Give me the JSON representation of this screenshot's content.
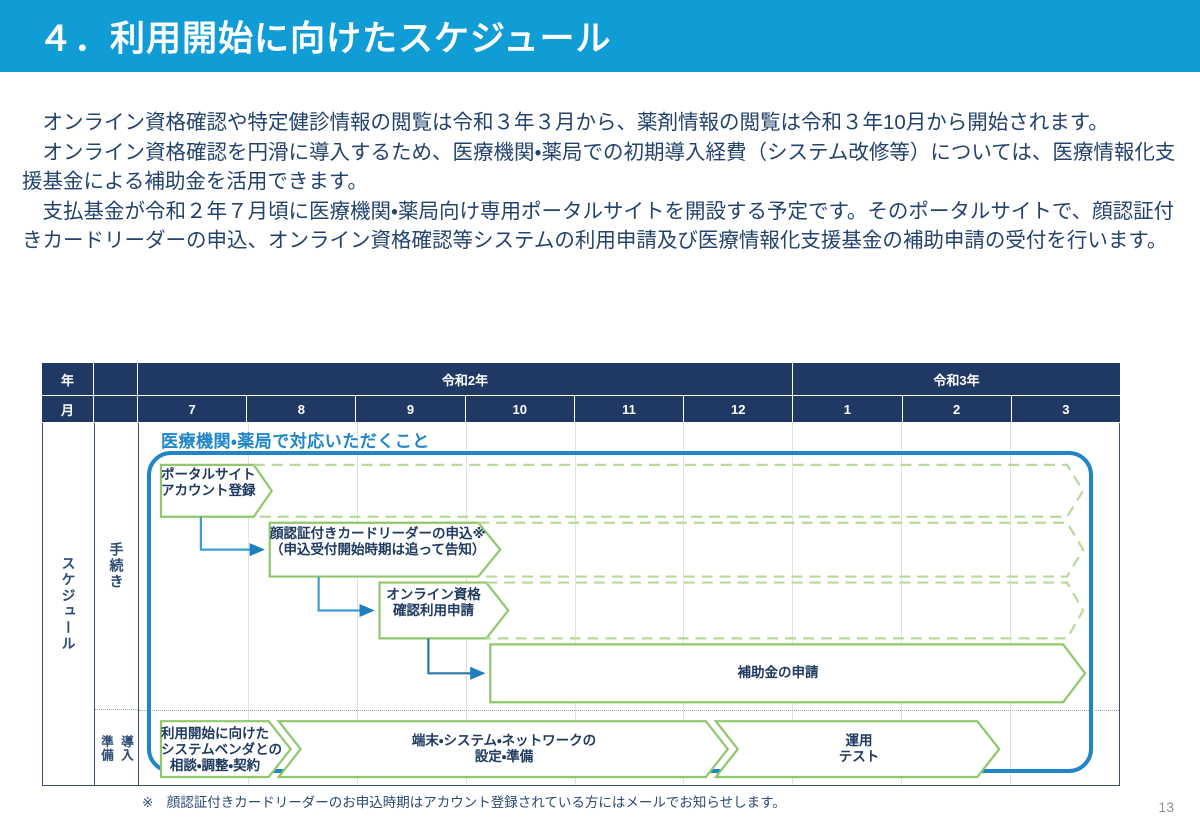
{
  "header": {
    "title": "４．利用開始に向けたスケジュール",
    "bar_color": "#109cd4"
  },
  "body_paragraphs": [
    "オンライン資格確認や特定健診情報の閲覧は令和３年３月から、薬剤情報の閲覧は令和３年10月から開始されます。",
    "オンライン資格確認を円滑に導入するため、医療機関・薬局での初期導入経費（システム改修等）については、医療情報化支援基金による補助金を活用できます。",
    "支払基金が令和２年７月頃に医療機関・薬局向け専用ポータルサイトを開設する予定です。そのポータルサイトで、顔認証付きカードリーダーの申込、オンライン資格確認等システムの利用申請及び医療情報化支援基金の補助申請の受付を行います。"
  ],
  "chart_data": {
    "type": "table",
    "title": "医療機関・薬局で対応いただくこと",
    "row_label": "スケジュール",
    "header": {
      "year_label": "年",
      "month_label": "月",
      "years": [
        {
          "name": "令和2年",
          "span": 6
        },
        {
          "name": "令和3年",
          "span": 3
        }
      ],
      "months": [
        "7",
        "8",
        "9",
        "10",
        "11",
        "12",
        "1",
        "2",
        "3"
      ]
    },
    "sections": [
      {
        "label": "手続き"
      },
      {
        "label_top": "導入",
        "label_bottom": "準備"
      }
    ],
    "tasks": [
      {
        "name": "ポータルサイトアカウント登録",
        "lines": [
          "ポータルサイト",
          "アカウント登録"
        ],
        "section": "手続き",
        "start_month": "7",
        "end_month": "7",
        "style": "solid-then-dashed",
        "align": "left"
      },
      {
        "name": "顔認証付きカードリーダーの申込※（申込受付開始時期は追って告知）",
        "lines": [
          "顔認証付きカードリーダーの申込※",
          "（申込受付開始時期は追って告知）"
        ],
        "section": "手続き",
        "start_month": "8",
        "end_month": "9",
        "style": "solid-then-dashed",
        "align": "center"
      },
      {
        "name": "オンライン資格確認利用申請",
        "lines": [
          "オンライン資格",
          "確認利用申請"
        ],
        "section": "手続き",
        "start_month": "9",
        "end_month": "9",
        "style": "solid-then-dashed",
        "align": "center"
      },
      {
        "name": "補助金の申請",
        "lines": [
          "補助金の申請"
        ],
        "section": "手続き",
        "start_month": "10",
        "end_month": "3",
        "style": "solid",
        "align": "center"
      },
      {
        "name": "利用開始に向けたシステムベンダとの相談・調整・契約",
        "lines": [
          "利用開始に向けた",
          "システムベンダとの",
          "相談・調整・契約"
        ],
        "section": "導入準備",
        "start_month": "7",
        "end_month": "7",
        "style": "solid",
        "align": "center"
      },
      {
        "name": "端末・システム・ネットワークの設定・準備",
        "lines": [
          "端末・システム・ネットワークの",
          "設定・準備"
        ],
        "section": "導入準備",
        "start_month": "8",
        "end_month": "11",
        "style": "solid",
        "align": "center"
      },
      {
        "name": "運用テスト",
        "lines": [
          "運用",
          "テスト"
        ],
        "section": "導入準備",
        "start_month": "12",
        "end_month": "2",
        "style": "solid",
        "align": "center"
      }
    ],
    "connectors": [
      {
        "from": "ポータルサイトアカウント登録",
        "to": "顔認証付きカードリーダーの申込※（申込受付開始時期は追って告知）"
      },
      {
        "from": "顔認証付きカードリーダーの申込※（申込受付開始時期は追って告知）",
        "to": "オンライン資格確認利用申請"
      },
      {
        "from": "オンライン資格確認利用申請",
        "to": "補助金の申請"
      }
    ],
    "colors": {
      "header_bg": "#1f3864",
      "accent_blue": "#1f86c8",
      "arrow_green": "#8fc76a",
      "text_navy": "#1f3a60"
    }
  },
  "footnote": "※　顔認証付きカードリーダーのお申込時期はアカウント登録されている方にはメールでお知らせします。",
  "page_number": "13"
}
